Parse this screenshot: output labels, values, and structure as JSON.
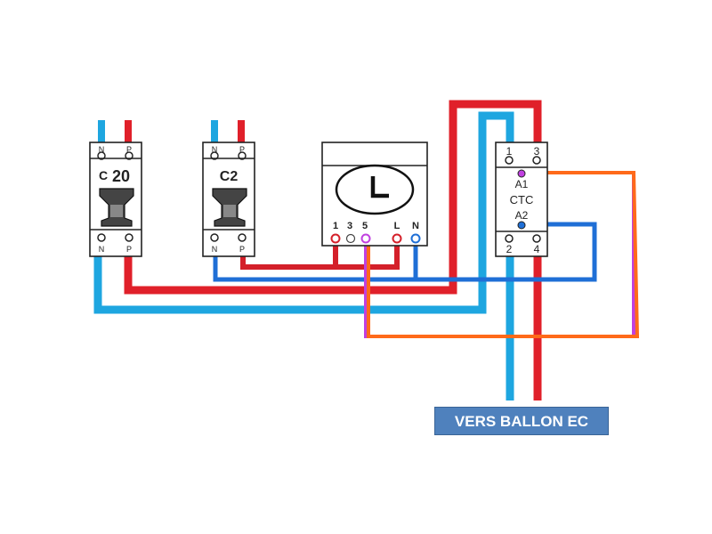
{
  "diagram": {
    "type": "electrical-wiring",
    "colors": {
      "phase": "#e0202a",
      "neutral": "#1ea6e0",
      "neutral_alt": "#1f6fd6",
      "control": "#ff6a1a",
      "control_alt": "#c040e0"
    },
    "breaker1": {
      "top_labels": [
        "N",
        "P"
      ],
      "rating_prefix": "C",
      "rating": "20",
      "bottom_labels": [
        "N",
        "P"
      ]
    },
    "breaker2": {
      "top_labels": [
        "N",
        "P"
      ],
      "rating": "C2",
      "bottom_labels": [
        "N",
        "P"
      ]
    },
    "timer": {
      "terminal_labels": [
        "1",
        "3",
        "5",
        "L",
        "N"
      ]
    },
    "contactor": {
      "top_labels": [
        "1",
        "3"
      ],
      "coil_labels": [
        "A1",
        "CTC",
        "A2"
      ],
      "bottom_labels": [
        "2",
        "4"
      ]
    },
    "output_label": "VERS BALLON EC"
  }
}
